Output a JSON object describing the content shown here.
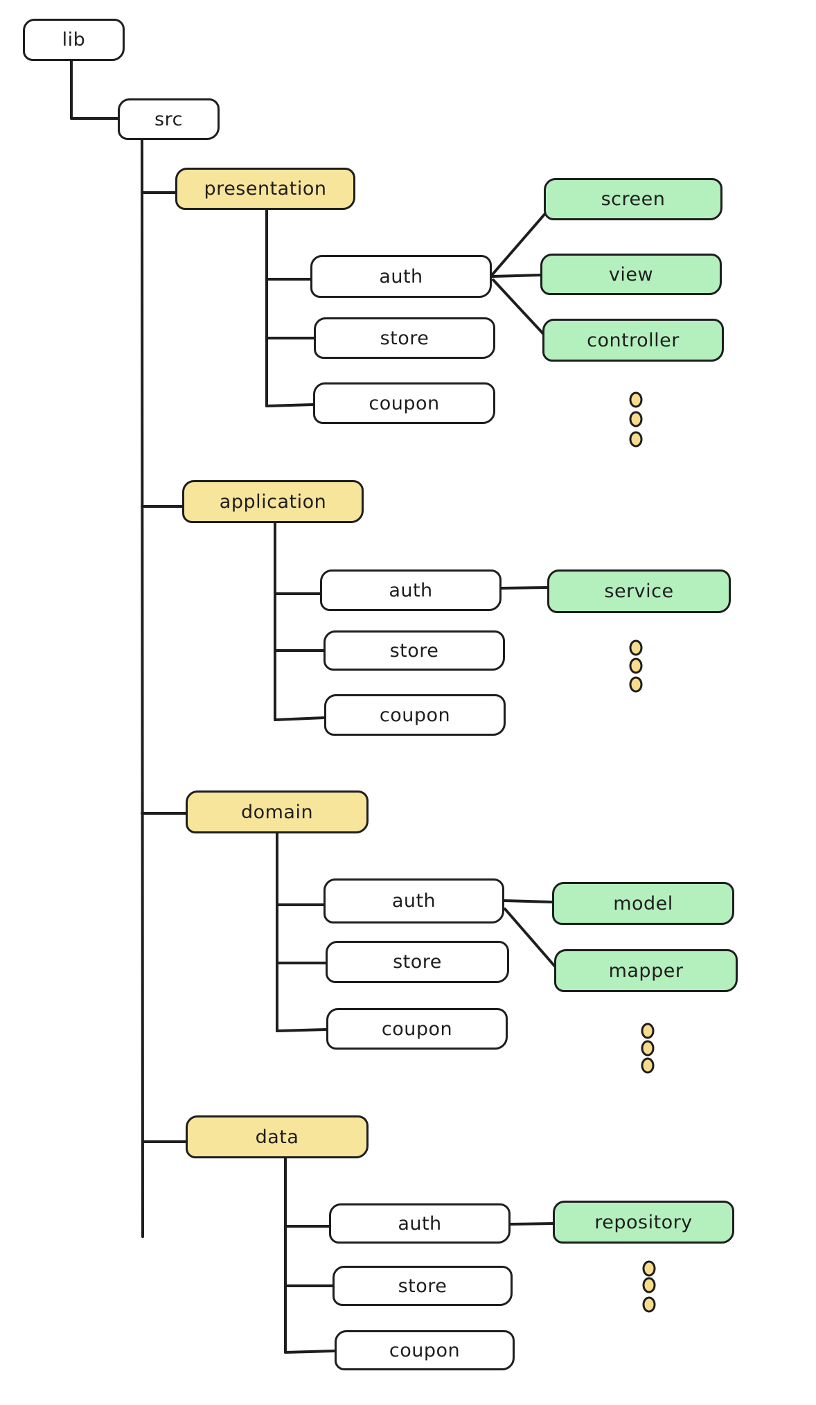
{
  "diagram": {
    "palette": {
      "stroke": "#1e1e1e",
      "plain_fill": "#ffffff",
      "folder_fill": "#f8e59c",
      "leaf_fill": "#b4efbe",
      "dot_fill": "#f8dc8c",
      "canvas_bg": "#ffffff"
    },
    "tree": {
      "root": {
        "label": "lib"
      },
      "trunk": {
        "label": "src"
      },
      "layers": [
        {
          "label": "presentation",
          "modules": [
            {
              "label": "auth"
            },
            {
              "label": "store"
            },
            {
              "label": "coupon"
            }
          ],
          "auth_children": [
            {
              "label": "screen"
            },
            {
              "label": "view"
            },
            {
              "label": "controller"
            }
          ]
        },
        {
          "label": "application",
          "modules": [
            {
              "label": "auth"
            },
            {
              "label": "store"
            },
            {
              "label": "coupon"
            }
          ],
          "auth_children": [
            {
              "label": "service"
            }
          ]
        },
        {
          "label": "domain",
          "modules": [
            {
              "label": "auth"
            },
            {
              "label": "store"
            },
            {
              "label": "coupon"
            }
          ],
          "auth_children": [
            {
              "label": "model"
            },
            {
              "label": "mapper"
            }
          ]
        },
        {
          "label": "data",
          "modules": [
            {
              "label": "auth"
            },
            {
              "label": "store"
            },
            {
              "label": "coupon"
            }
          ],
          "auth_children": [
            {
              "label": "repository"
            }
          ]
        }
      ]
    }
  }
}
